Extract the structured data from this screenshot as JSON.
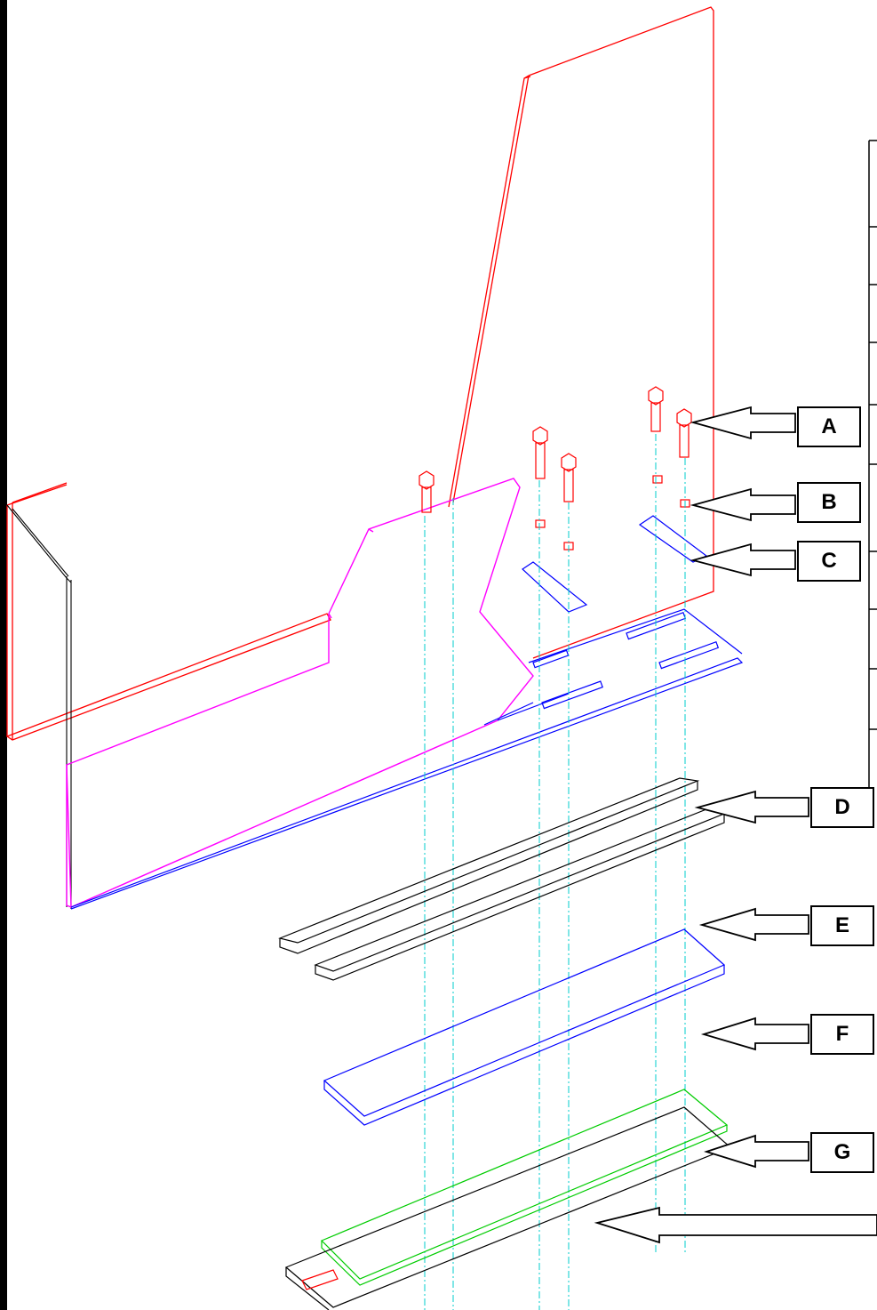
{
  "callouts": [
    {
      "id": "a",
      "label": "A"
    },
    {
      "id": "b",
      "label": "B"
    },
    {
      "id": "c",
      "label": "C"
    },
    {
      "id": "d",
      "label": "D"
    },
    {
      "id": "e",
      "label": "E"
    },
    {
      "id": "f",
      "label": "F"
    },
    {
      "id": "g",
      "label": "G"
    }
  ],
  "colors": {
    "outline": "#000000",
    "red_parts": "#ff0000",
    "magenta_parts": "#ff00ff",
    "blue_parts": "#0000ff",
    "green_parts": "#00cc00",
    "centerline": "#00cccc"
  }
}
